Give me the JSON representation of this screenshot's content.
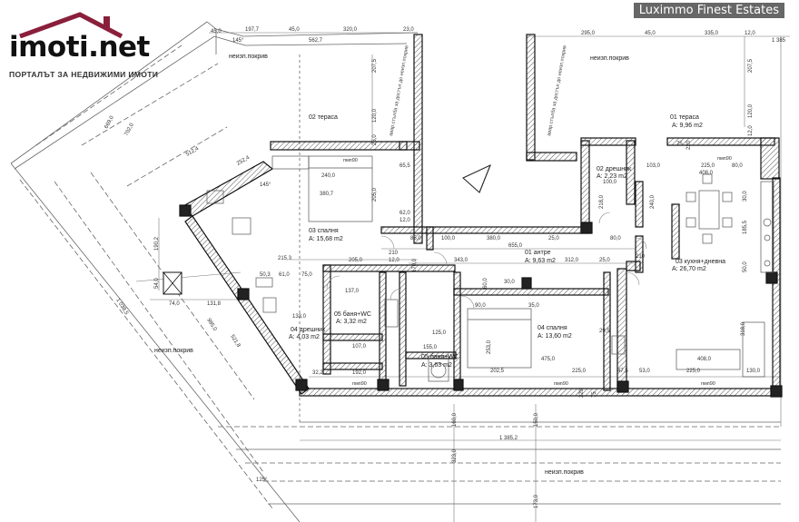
{
  "brand": {
    "logo_text": "imoti.net",
    "logo_tagline": "ПОРТАЛЪТ ЗА НЕДВИЖИМИ ИМОТИ",
    "watermark": "Luximmo Finest Estates",
    "roof_color": "#8a1f3b"
  },
  "plan": {
    "rooms": [
      {
        "key": "bed1",
        "id": "03",
        "name": "спалня",
        "area": "А: 15,68 m2"
      },
      {
        "key": "bath1",
        "id": "05",
        "name": "баня+WC",
        "area": "А: 3,32 m2"
      },
      {
        "key": "ward1",
        "id": "04",
        "name": "дрешник",
        "area": "А: 4,03 m2"
      },
      {
        "key": "bath2",
        "id": "05",
        "name": "баня+WC",
        "area": "А: 3,63 m2"
      },
      {
        "key": "hall",
        "id": "01",
        "name": "антре",
        "area": "А: 9,63 m2"
      },
      {
        "key": "bed2",
        "id": "04",
        "name": "спалня",
        "area": "А: 13,60 m2"
      },
      {
        "key": "ward2",
        "id": "02",
        "name": "дрешник",
        "area": "А: 2,23 m2"
      },
      {
        "key": "kitchen",
        "id": "03",
        "name": "кухня+дневна",
        "area": "А: 26,70 m2"
      },
      {
        "key": "terr1",
        "id": "02",
        "name": "тераса",
        "area": ""
      },
      {
        "key": "terr2",
        "id": "01",
        "name": "тераса",
        "area": "А: 9,96 m2"
      }
    ],
    "roof_labels": [
      "неизп.покрив",
      "неизп.покрив",
      "неизп.покрив",
      "неизп.покрив"
    ],
    "shaft_label_left": "авар.стълба за достъп до неизп.покрив",
    "shaft_label_right": "авар.стълба за достъп до неизп.покрив",
    "dims_top_left": [
      "197,7",
      "45,0",
      "320,0",
      "23,0",
      "562,7",
      "45,0"
    ],
    "dims_top_right": [
      "295,0",
      "45,0",
      "335,0",
      "12,0",
      "1 385"
    ],
    "dims_right_vertical": [
      "207,5",
      "120,0",
      "12,0",
      "220",
      "75"
    ],
    "dims_left_vertical": [
      "207,5",
      "120,0",
      "25,0"
    ],
    "dims_hall": [
      "85,0",
      "100,0",
      "380,0",
      "25,0",
      "655,0",
      "343,0",
      "312,0",
      "25,0",
      "215,3",
      "205,0",
      "12,0",
      "210",
      "170,0",
      "80,0",
      "60,0",
      "210"
    ],
    "dims_mid": [
      "50,3",
      "61,0",
      "75,0",
      "137,0",
      "133,0",
      "107,0",
      "192,0",
      "32,2",
      "125,0",
      "155,0",
      "202,5",
      "475,0",
      "225,0",
      "30,0",
      "35,0",
      "90,0",
      "253,0",
      "29,5",
      "47,5",
      "53,0",
      "225,0",
      "130,0",
      "408,0",
      "318,0"
    ],
    "dims_bed1": [
      "240,0",
      "380,7",
      "65,5",
      "205,0",
      "62,0",
      "12,0",
      "145°"
    ],
    "dims_kitchen": [
      "103,0",
      "408,0",
      "225,0",
      "80,0",
      "100,0",
      "218,0",
      "240,0",
      "30,0",
      "185,5",
      "50,0"
    ],
    "dims_diag": [
      "669,0",
      "702,0",
      "512,4",
      "252,4",
      "1 038,5",
      "985,0",
      "521,8",
      "131,8",
      "74,0",
      "54,0",
      "190,2",
      "145°",
      "125°"
    ],
    "dims_bottom": [
      "1 385,2",
      "150,0",
      "173,0",
      "323,0",
      "160,0",
      "220",
      "75"
    ],
    "window_marks": [
      "пмп90",
      "пмп90",
      "пмп90",
      "пмп90",
      "пмп90"
    ]
  }
}
